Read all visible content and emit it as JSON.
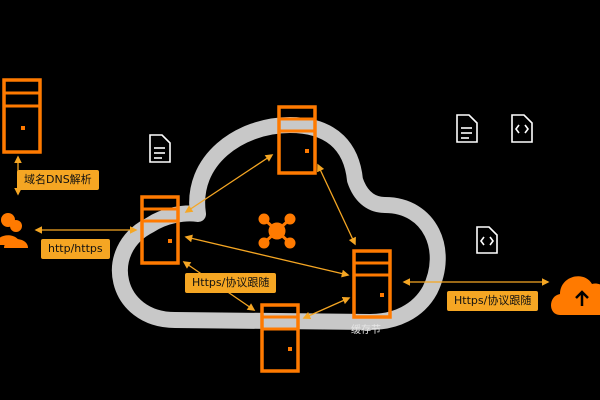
{
  "labels": {
    "dns": "域名DNS解析",
    "http": "http/https",
    "https_follow_mid": "Https/协议跟随",
    "https_follow_right": "Https/协议跟随",
    "cache_node": "缓存节"
  },
  "colors": {
    "accent": "#ff7a00",
    "label_bg": "#f5a623",
    "cloud": "#c8c8c8",
    "icon_white": "#ffffff",
    "background": "#000000"
  },
  "icons": [
    "dns-server-icon",
    "users-icon",
    "document-icon",
    "code-file-icon",
    "network-hub-icon",
    "server-icon",
    "cloud-upload-icon"
  ]
}
